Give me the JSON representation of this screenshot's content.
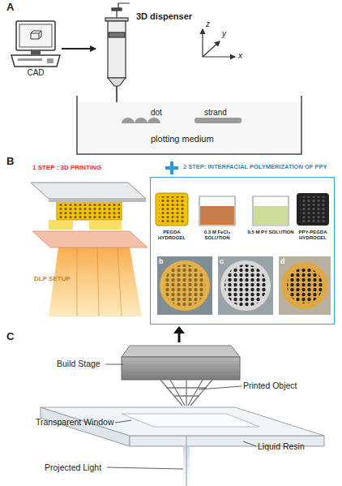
{
  "diagram": {
    "nodes": [
      {
        "text": [
          "CAD"
        ]
      },
      {
        "text": [
          "3D dispenser"
        ]
      },
      {
        "text": [
          "2 STEP: INTERFACIAL POLYMERIZATION OF PPY"
        ]
      }
    ],
    "edges": [
      {
        "from": 0,
        "to": 1,
        "arrow": "to"
      }
    ],
    "labels": [
      "A",
      "z",
      "y",
      "x",
      "dot",
      "strand",
      "plotting medium",
      "B",
      "1 STEP : 3D PRINTING",
      "DLP SETUP",
      "PEGDA HYDROGEL",
      "0.3 M FeCl₃ SOLUTION",
      "0.5 M PY SOLUTION",
      "PPY-PEGDA HYDROGEL",
      "b",
      "c",
      "d",
      "C",
      "Build Stage",
      "Printed Object",
      "Transparent Window",
      "Liquid Resin",
      "Projected Light"
    ]
  }
}
